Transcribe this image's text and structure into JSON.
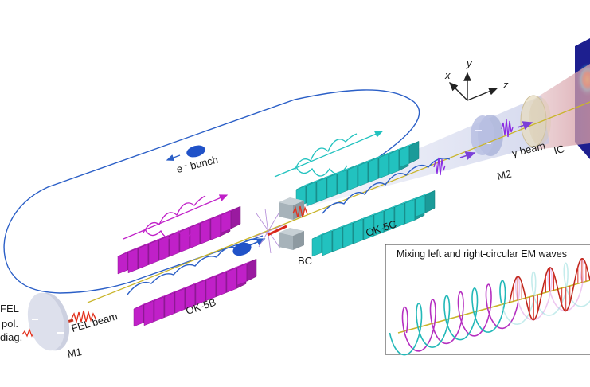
{
  "labels": {
    "e_bunch": "e⁻ bunch",
    "fel_beam": "FEL beam",
    "fel_line1": "FEL",
    "fel_line2": "pol.",
    "fel_line3": "diag.",
    "m1": "M1",
    "m2": "M2",
    "ok5b": "OK-5B",
    "ok5c": "OK-5C",
    "bc": "BC",
    "gamma_beam": "γ beam",
    "ic": "IC",
    "axis_x": "x",
    "axis_y": "y",
    "axis_z": "z"
  },
  "inset": {
    "title": "Mixing left and right-circular EM waves"
  },
  "colors": {
    "electron_orbit": "#2b5fc7",
    "ok5b_undulator": "#c020c8",
    "ok5c_undulator": "#22c2bf",
    "bc_magnet": "#a7b3ba",
    "fel_wave": "#e2321e",
    "gamma_wave": "#8a2be2",
    "beam_axis": "#c9b52a",
    "mirror": "#c8ccdc",
    "gamma_cone": "#c8cde6",
    "ic_cone": "#d9a7ae",
    "detector_bg": "#1d1f8f"
  }
}
